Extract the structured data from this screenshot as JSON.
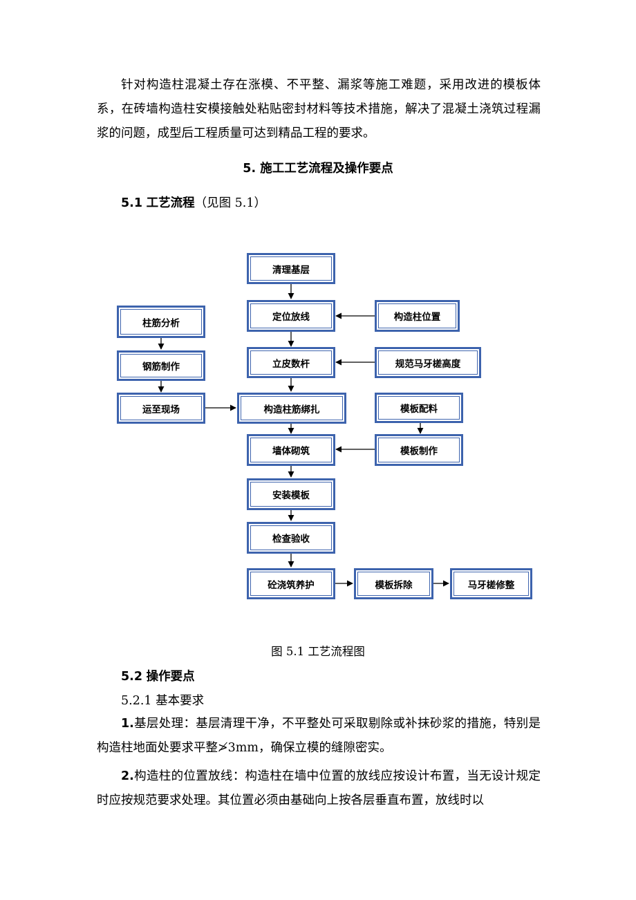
{
  "intro_paragraph": "针对构造柱混凝土存在涨模、不平整、漏浆等施工难题，采用改进的模板体系，在砖墙构造柱安模接触处粘贴密封材料等技术措施，解决了混凝土浇筑过程漏浆的问题，成型后工程质量可达到精品工程的要求。",
  "section5": {
    "title": "5.  施工工艺流程及操作要点"
  },
  "section5_1": {
    "number": "5.1",
    "title": "工艺流程",
    "ref": "（见图 5.1）"
  },
  "flowchart": {
    "boxes": {
      "qingli": "清理基层",
      "dingwei": "定位放线",
      "gouzaozhu_weizhi": "构造柱位置",
      "zhujin_fenxi": "柱筋分析",
      "gangjin_zhizuo": "钢筋制作",
      "lipi": "立皮数杆",
      "guifan_mayacha": "规范马牙槎高度",
      "yunzhi": "运至现场",
      "bangzha": "构造柱筋绑扎",
      "muban_peiliao": "模板配料",
      "qiangti": "墙体砌筑",
      "muban_zhizuo": "模板制作",
      "anzhuang": "安装模板",
      "jiancha": "检查验收",
      "jiaozhu": "砼浇筑养护",
      "chaichu": "模板拆除",
      "xiuzheng": "马牙槎修整"
    }
  },
  "figure_caption": "图 5.1    工艺流程图",
  "section5_2": {
    "number": "5.2",
    "title": "操作要点"
  },
  "section5_2_1": {
    "label": "5.2.1  基本要求"
  },
  "item1": {
    "number": "1.",
    "text": "基层处理：基层清理干净，不平整处可采取剔除或补抹砂浆的措施，特别是构造柱地面处要求平整≯3mm，确保立模的缝隙密实。"
  },
  "item2": {
    "number": "2.",
    "text": "构造柱的位置放线：构造柱在墙中位置的放线应按设计布置，当无设计规定时应按规范要求处理。其位置必须由基础向上按各层垂直布置，放线时以"
  }
}
